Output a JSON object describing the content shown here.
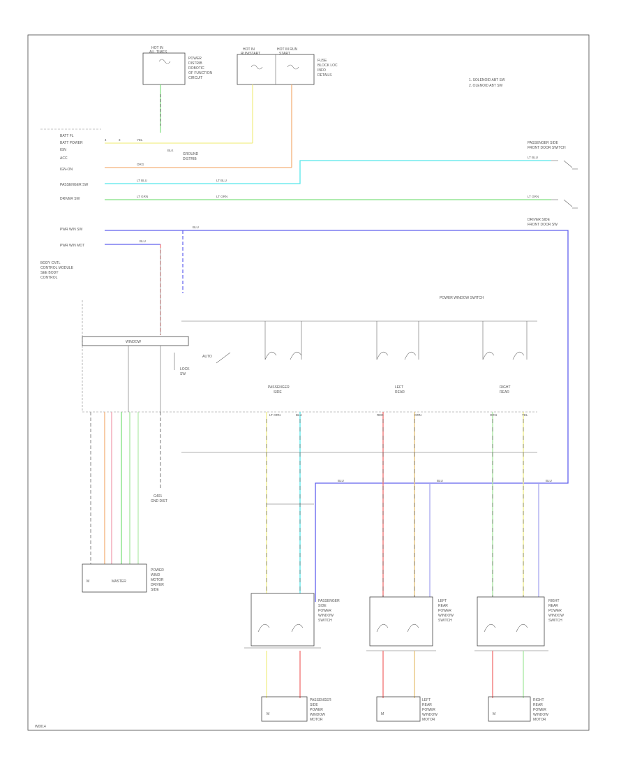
{
  "colors": {
    "yellow": "#f2ef8a",
    "orange": "#f5b27a",
    "cyan": "#56e6ea",
    "green": "#7fe07f",
    "blue": "#6060ee",
    "red": "#f07070",
    "tan": "#e6c27a",
    "light_green": "#a8e8a0",
    "pink": "#f0a0b0",
    "gray": "#999999",
    "frame": "#444444"
  },
  "labels": {
    "legend_line_1": "1. SOLENOID ABT SW",
    "legend_line_2": "2. OLENOID ABT SW",
    "fuse_box_1": [
      "HOT IN",
      "ALL TIMES"
    ],
    "fuse_box_1_side": [
      "POWER",
      "DISTRIB",
      "ROBOTIC",
      "OF FUNCTION",
      "CIRCUIT"
    ],
    "fuse_box_2": [
      "HOT IN",
      "RUN/START"
    ],
    "fuse_box_3": [
      "HOT IN RUN",
      "START"
    ],
    "fuse_box_3_side": [
      "FUSE",
      "BLOCK LOC",
      "INFO",
      "DETAILS"
    ],
    "signal_rows": [
      "BATT FL",
      "BATT POWER",
      "IGN",
      "ACC",
      "IGN-ON",
      "PASSENGER SW",
      "DRIVER SW",
      "PWR WIN SW",
      "PWR WIN MOT"
    ],
    "ground_note": [
      "GROUND",
      "DISTRIB"
    ],
    "passenger_switch_top": [
      "PASSENGER SIDE",
      "FRONT DOOR SWITCH"
    ],
    "driver_switch_top": [
      "DRIVER SIDE",
      "FRONT DOOR SW"
    ],
    "left_module": [
      "BODY CNTL",
      "CONTROL MODULE",
      "SEE BODY",
      "CONTROL"
    ],
    "module_strip": "WINDOW",
    "lock_sw": [
      "LOCK",
      "SW",
      "AUTO"
    ],
    "switch_head": "POWER WINDOW SWITCH",
    "sw_passenger": [
      "PASSENGER",
      "SIDE"
    ],
    "sw_left_rear": [
      "LEFT",
      "REAR"
    ],
    "sw_right_rear": [
      "RIGHT",
      "REAR"
    ],
    "ground_block": [
      "G401",
      "GND DIST"
    ],
    "bottom_left_block": "MASTER",
    "bottom_left_notes": [
      "POWER",
      "WIND",
      "MOTOR",
      "DRIVER",
      "SIDE"
    ],
    "lower_sw_passenger": [
      "PASSENGER",
      "SIDE",
      "POWER",
      "WINDOW",
      "SWITCH"
    ],
    "lower_sw_left": [
      "LEFT",
      "REAR",
      "POWER",
      "WINDOW",
      "SWITCH"
    ],
    "lower_sw_right": [
      "RIGHT",
      "REAR",
      "POWER",
      "WINDOW",
      "SWITCH"
    ],
    "motor_passenger": [
      "PASSENGER",
      "SIDE",
      "POWER",
      "WINDOW",
      "MOTOR"
    ],
    "motor_left": [
      "LEFT",
      "REAR",
      "POWER",
      "WINDOW",
      "MOTOR"
    ],
    "motor_right": [
      "RIGHT",
      "REAR",
      "POWER",
      "WINDOW",
      "MOTOR"
    ],
    "footer_code": "W0014"
  },
  "wires": {
    "yel": "YEL",
    "org": "ORG",
    "lt_blu": "LT BLU",
    "lt_grn": "LT GRN",
    "blu": "BLU",
    "red": "RED",
    "grn": "GRN",
    "blk": "BLK"
  }
}
